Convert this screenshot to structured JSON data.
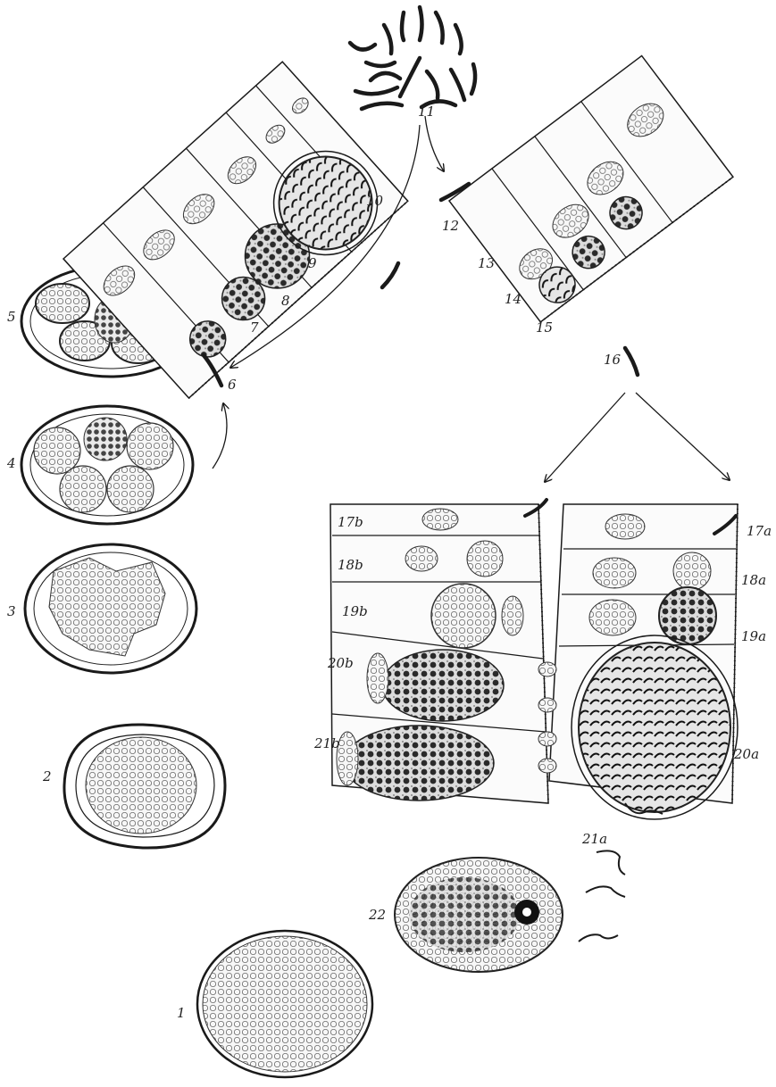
{
  "figure": {
    "background": "#ffffff",
    "ink": "#1a1a1a",
    "labels": {
      "l1": "1",
      "l2": "2",
      "l3": "3",
      "l4": "4",
      "l5": "5",
      "l6": "6",
      "l7": "7",
      "l8": "8",
      "l9": "9",
      "l10": "10",
      "l11": "11",
      "l12": "12",
      "l13": "13",
      "l14": "14",
      "l15": "15",
      "l16": "16",
      "l17a": "17a",
      "l17b": "17b",
      "l18a": "18a",
      "l18b": "18b",
      "l19a": "19a",
      "l19b": "19b",
      "l20a": "20a",
      "l20b": "20b",
      "l21a": "21a",
      "l21b": "21b",
      "l22": "22"
    }
  }
}
